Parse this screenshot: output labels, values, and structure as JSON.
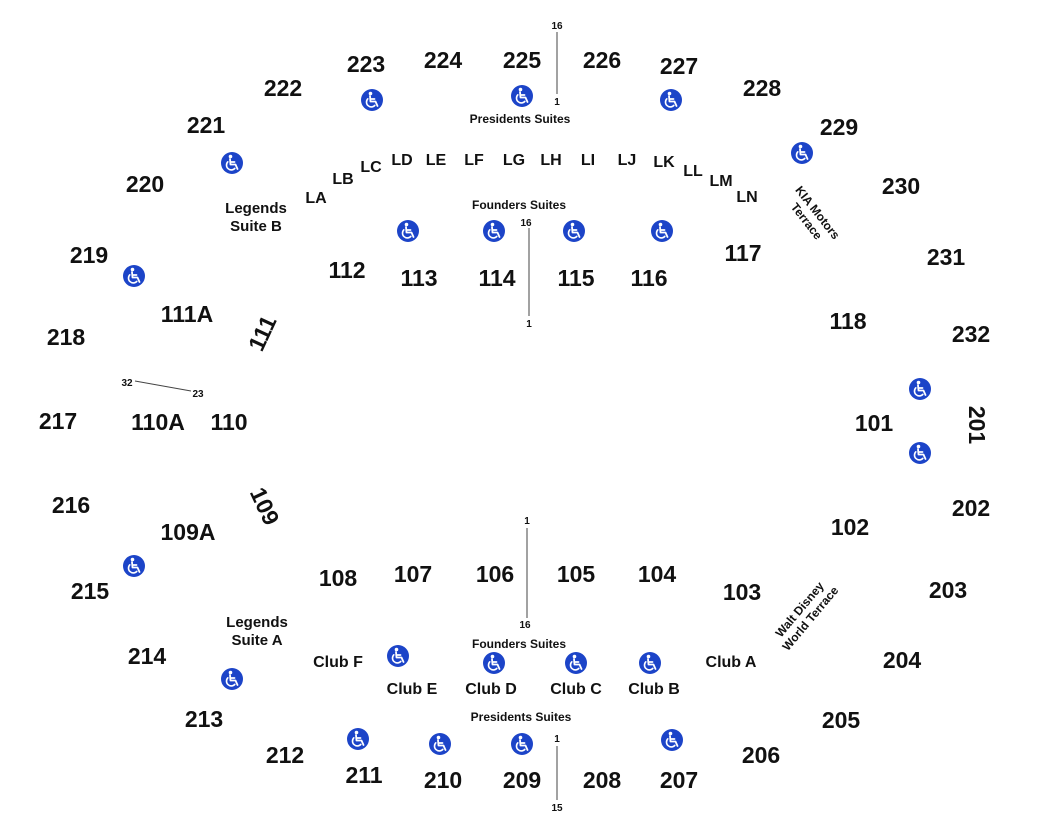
{
  "sections_200": [
    "201",
    "202",
    "203",
    "204",
    "205",
    "206",
    "207",
    "208",
    "209",
    "210",
    "211",
    "212",
    "213",
    "214",
    "215",
    "216",
    "217",
    "218",
    "219",
    "220",
    "221",
    "222",
    "223",
    "224",
    "225",
    "226",
    "227",
    "228",
    "229",
    "230",
    "231",
    "232"
  ],
  "sections_100": [
    "101",
    "102",
    "103",
    "104",
    "105",
    "106",
    "107",
    "108",
    "109",
    "109A",
    "110",
    "110A",
    "111",
    "111A",
    "112",
    "113",
    "114",
    "115",
    "116",
    "117",
    "118"
  ],
  "loge_top": [
    "LA",
    "LB",
    "LC",
    "LD",
    "LE",
    "LF",
    "LG",
    "LH",
    "LI",
    "LJ",
    "LK",
    "LL",
    "LM",
    "LN"
  ],
  "clubs_bottom": [
    "Club F",
    "Club E",
    "Club D",
    "Club C",
    "Club B",
    "Club A"
  ],
  "areas": {
    "presidents_top": "Presidents Suites",
    "presidents_bottom": "Presidents Suites",
    "founders_top": "Founders Suites",
    "founders_bottom": "Founders Suites",
    "legends_b_1": "Legends",
    "legends_b_2": "Suite B",
    "legends_a_1": "Legends",
    "legends_a_2": "Suite A",
    "kia_1": "KIA Motors",
    "kia_2": "Terrace",
    "disney_1": "Walt Disney",
    "disney_2": "World Terrace"
  },
  "rows": {
    "top_200_hi": "16",
    "top_200_lo": "1",
    "top_100_hi": "16",
    "top_100_lo": "1",
    "bot_100_hi": "1",
    "bot_100_lo": "16",
    "bot_200_hi": "1",
    "bot_200_lo": "15",
    "left_hi": "32",
    "left_lo": "23"
  },
  "colors": {
    "accessible": "#1c44c8",
    "text": "#111111"
  },
  "icon_name": "wheelchair-icon"
}
